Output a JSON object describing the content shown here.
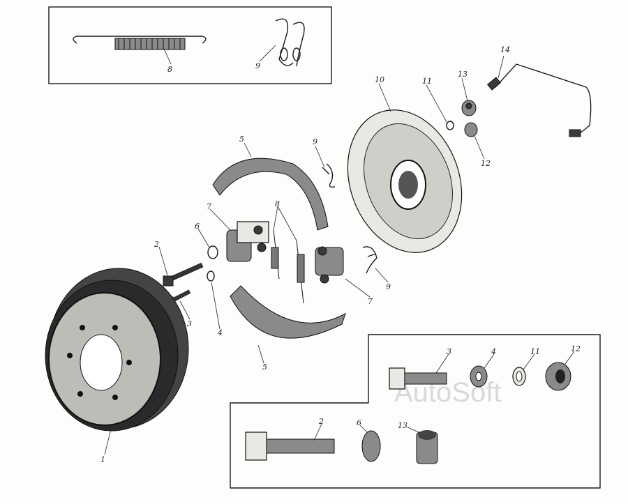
{
  "title": "Brake assembly exploded view",
  "watermark": "AutoSoft",
  "labels": {
    "top_box_spring": "8",
    "top_box_clip": "9",
    "brake_pipe": "14",
    "nut_top": "13",
    "washer_top": "11",
    "backing_plate": "10",
    "nut_lower": "12",
    "clip_upper": "9",
    "shoe_upper": "5",
    "cylinder_left": "7",
    "springs": "8",
    "washer_6": "6",
    "bolt_2": "2",
    "bolt_3": "3",
    "washer_4": "4",
    "clip_lower": "9",
    "cylinder_right": "7",
    "shoe_lower": "5",
    "drum": "1",
    "detail_bolt_3": "3",
    "detail_washer_4": "4",
    "detail_washer_11": "11",
    "detail_nut_12": "12",
    "detail_bolt_2": "2",
    "detail_washer_6": "6",
    "detail_nut_13": "13"
  }
}
